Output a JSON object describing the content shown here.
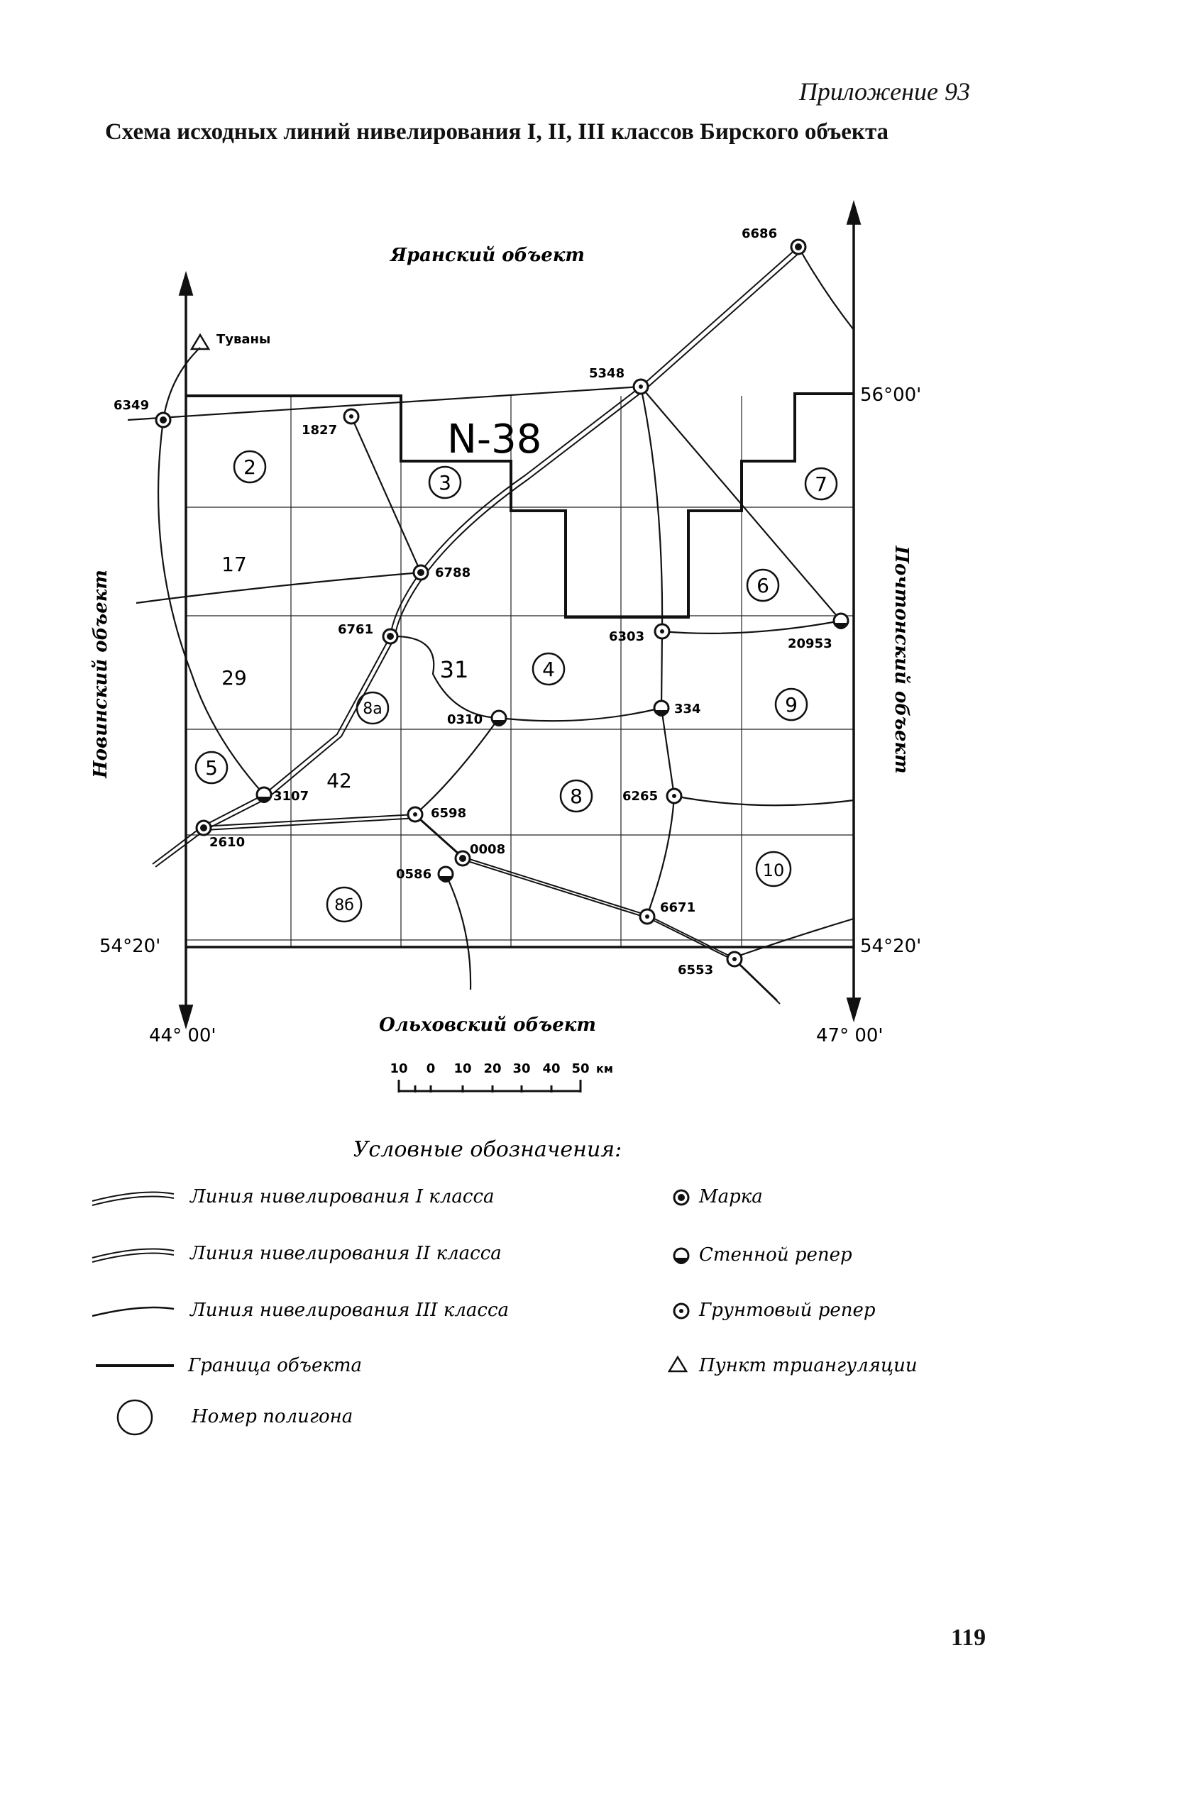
{
  "header": {
    "appendix": "Приложение 93",
    "title": "Схема исходных линий нивелирования I, II, III классов Бирского объекта"
  },
  "map": {
    "sheet": "N-38",
    "neighbors": {
      "north": "Яранский объект",
      "south": "Ольховский объект",
      "west": "Новинский объект",
      "east": "Почтонский объект"
    },
    "coords": {
      "lat_top": "56°00'",
      "lat_bottom_left": "54°20'",
      "lat_bottom_right": "54°20'",
      "lon_left": "44° 00'",
      "lon_right": "47° 00'"
    },
    "triangulation_point": "Туваны",
    "points": [
      {
        "id": "6349",
        "type": "mark"
      },
      {
        "id": "1827",
        "type": "ground"
      },
      {
        "id": "5348",
        "type": "ground"
      },
      {
        "id": "6686",
        "type": "mark"
      },
      {
        "id": "6788",
        "type": "mark"
      },
      {
        "id": "6761",
        "type": "mark"
      },
      {
        "id": "6303",
        "type": "ground"
      },
      {
        "id": "20953",
        "type": "wall"
      },
      {
        "id": "334",
        "type": "wall"
      },
      {
        "id": "0310",
        "type": "wall"
      },
      {
        "id": "6265",
        "type": "ground"
      },
      {
        "id": "3107",
        "type": "wall"
      },
      {
        "id": "2610",
        "type": "mark"
      },
      {
        "id": "6598",
        "type": "ground"
      },
      {
        "id": "0008",
        "type": "mark"
      },
      {
        "id": "0586",
        "type": "wall"
      },
      {
        "id": "6671",
        "type": "ground"
      },
      {
        "id": "6553",
        "type": "ground"
      }
    ],
    "polygons": {
      "circled": [
        "2",
        "3",
        "7",
        "6",
        "4",
        "8а",
        "9",
        "5",
        "8",
        "10",
        "8б"
      ],
      "plain": [
        "17",
        "29",
        "31",
        "42"
      ]
    },
    "scale": {
      "ticks": [
        "10",
        "0",
        "10",
        "20",
        "30",
        "40",
        "50"
      ],
      "unit": "км"
    }
  },
  "legend": {
    "heading": "Условные обозначения:",
    "items": [
      {
        "symbol": "line-class-1",
        "text": "Линия нивелирования I класса"
      },
      {
        "symbol": "line-class-2",
        "text": "Линия нивелирования II класса"
      },
      {
        "symbol": "line-class-3",
        "text": "Линия нивелирования III класса"
      },
      {
        "symbol": "boundary",
        "text": "Граница объекта"
      },
      {
        "symbol": "polygon-number",
        "text": "Номер полигона"
      },
      {
        "symbol": "mark",
        "text": "Марка"
      },
      {
        "symbol": "wall-benchmark",
        "text": "Стенной репер"
      },
      {
        "symbol": "ground-benchmark",
        "text": "Грунтовый репер"
      },
      {
        "symbol": "triangulation",
        "text": "Пункт триангуляции"
      }
    ]
  },
  "page": {
    "number": "119"
  }
}
